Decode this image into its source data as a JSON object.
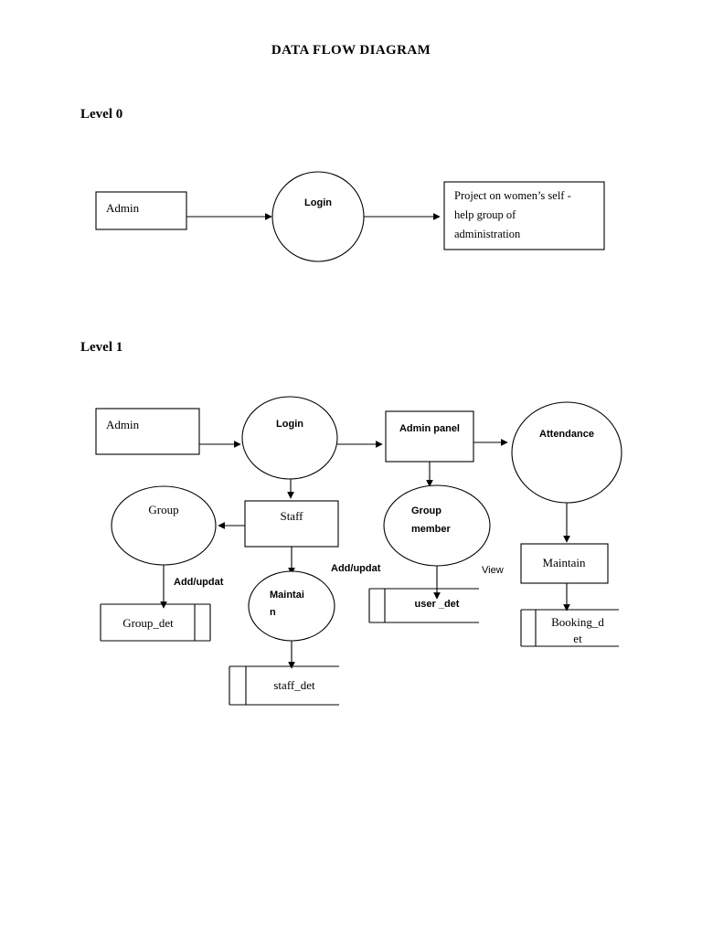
{
  "document": {
    "title": "DATA FLOW DIAGRAM"
  },
  "levels": {
    "level0": {
      "label": "Level 0",
      "nodes": {
        "admin": "Admin",
        "login": "Login",
        "output_line1": "Project on women’s self -",
        "output_line2": "help group of",
        "output_line3": "administration"
      }
    },
    "level1": {
      "label": "Level 1",
      "nodes": {
        "admin": "Admin",
        "login": "Login",
        "admin_panel": "Admin panel",
        "attendance": "Attendance",
        "group": "Group",
        "staff": "Staff",
        "group_member_line1": "Group",
        "group_member_line2": "member",
        "maintain_right": "Maintain",
        "maintain_circle_line1": "Maintai",
        "maintain_circle_line2": "n"
      },
      "datastores": {
        "group_det": "Group_det",
        "staff_det": "staff_det",
        "user_det": "user _det",
        "booking_det_line1": "Booking_d",
        "booking_det_line2": "et"
      },
      "flow_labels": {
        "add_update_group": "Add/updat",
        "add_update_staff": "Add/updat",
        "view": "View"
      }
    }
  },
  "colors": {
    "stroke": "#000000",
    "background": "#ffffff",
    "text": "#000000"
  }
}
